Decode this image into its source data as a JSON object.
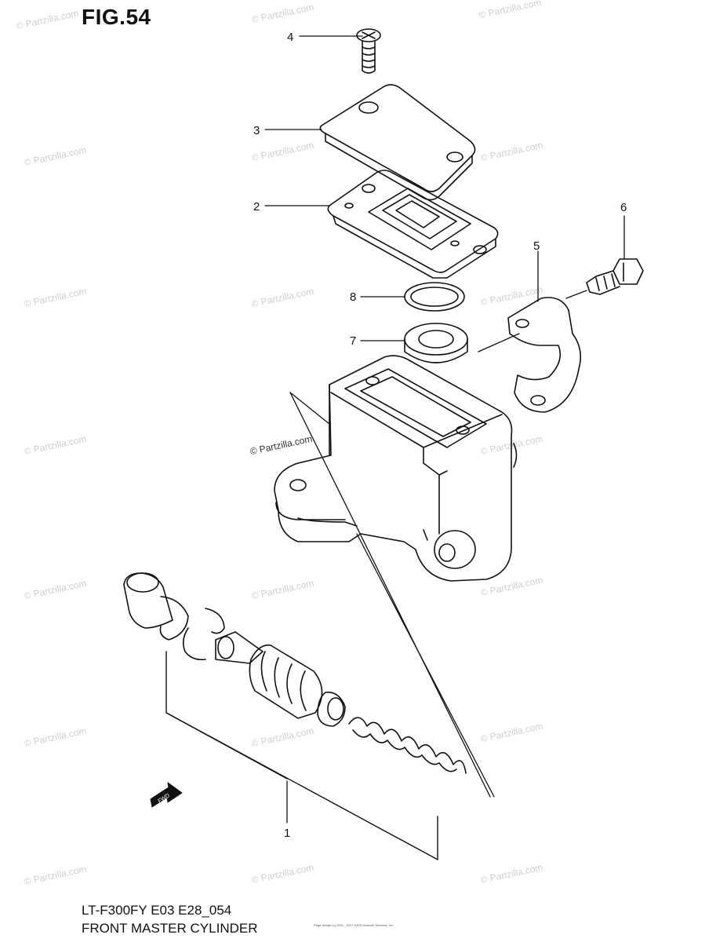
{
  "title": "FIG.54",
  "footer": {
    "code": "LT-F300FY E03 E28_054",
    "name": "FRONT MASTER CYLINDER",
    "credit": "Page design (c) 2001 - 2017 DATA Network Services, Inc."
  },
  "watermark": "© Partzilla.com",
  "callouts": [
    {
      "number": "1",
      "part": "master-cylinder-rebuild-kit"
    },
    {
      "number": "2",
      "part": "reservoir-diaphragm"
    },
    {
      "number": "3",
      "part": "reservoir-cap"
    },
    {
      "number": "4",
      "part": "cap-screw"
    },
    {
      "number": "5",
      "part": "mounting-clamp"
    },
    {
      "number": "6",
      "part": "clamp-bolt"
    },
    {
      "number": "7",
      "part": "reservoir-boot"
    },
    {
      "number": "8",
      "part": "o-ring"
    }
  ],
  "fwd_label": "FWD"
}
